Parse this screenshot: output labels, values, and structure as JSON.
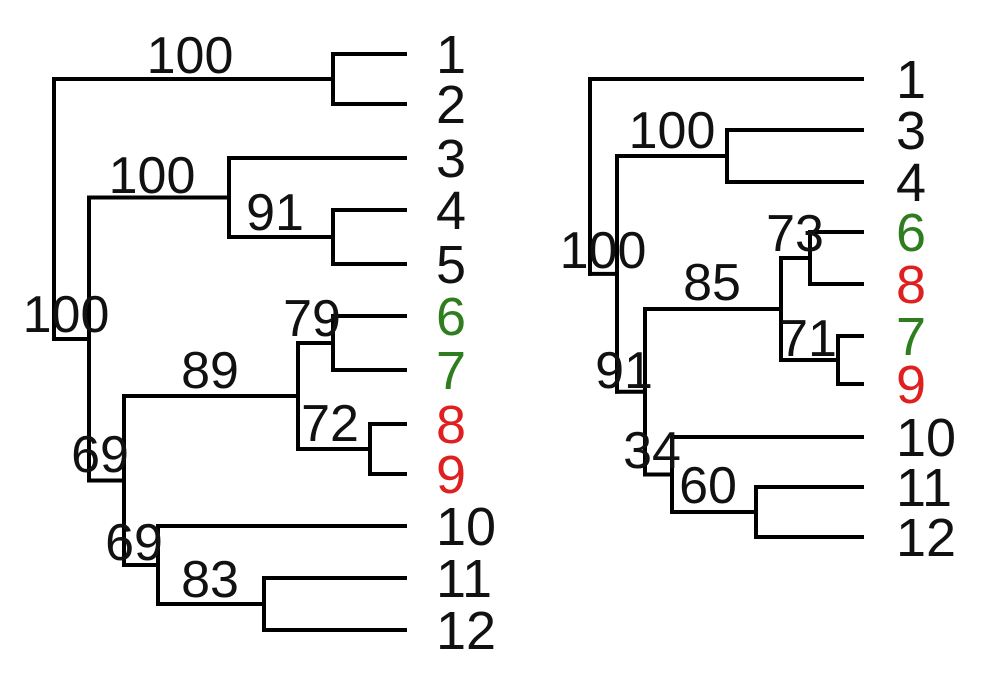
{
  "colors": {
    "line": "#000000",
    "label_default": "#111111",
    "label_green": "#2e7d1e",
    "label_red": "#e02020"
  },
  "trees": [
    {
      "leaves": [
        {
          "label": "1",
          "color": "default"
        },
        {
          "label": "2",
          "color": "default"
        },
        {
          "label": "3",
          "color": "default"
        },
        {
          "label": "4",
          "color": "default"
        },
        {
          "label": "5",
          "color": "default"
        },
        {
          "label": "6",
          "color": "green"
        },
        {
          "label": "7",
          "color": "green"
        },
        {
          "label": "8",
          "color": "red"
        },
        {
          "label": "9",
          "color": "red"
        },
        {
          "label": "10",
          "color": "default"
        },
        {
          "label": "11",
          "color": "default"
        },
        {
          "label": "12",
          "color": "default"
        }
      ],
      "nodes": {
        "id": "root",
        "support": "100",
        "children": [
          {
            "id": "n12",
            "support": "100",
            "children": [
              0,
              1
            ]
          },
          {
            "id": "n3to12",
            "support": "100",
            "children": [
              {
                "id": "n3to5",
                "support": "100",
                "children": [
                  2,
                  {
                    "id": "n45",
                    "support": "91",
                    "children": [
                      3,
                      4
                    ]
                  }
                ]
              },
              {
                "id": "n6to12",
                "support": "69",
                "children": [
                  {
                    "id": "n6to9",
                    "support": "89",
                    "children": [
                      {
                        "id": "n67",
                        "support": "79",
                        "children": [
                          5,
                          6
                        ]
                      },
                      {
                        "id": "n89",
                        "support": "72",
                        "children": [
                          7,
                          8
                        ]
                      }
                    ]
                  },
                  {
                    "id": "n10to12",
                    "support": "69",
                    "children": [
                      9,
                      {
                        "id": "n1112",
                        "support": "83",
                        "children": [
                          10,
                          11
                        ]
                      }
                    ]
                  }
                ]
              }
            ]
          }
        ]
      }
    },
    {
      "leaves": [
        {
          "label": "1",
          "color": "default"
        },
        {
          "label": "3",
          "color": "default"
        },
        {
          "label": "4",
          "color": "default"
        },
        {
          "label": "6",
          "color": "green"
        },
        {
          "label": "8",
          "color": "red"
        },
        {
          "label": "7",
          "color": "green"
        },
        {
          "label": "9",
          "color": "red"
        },
        {
          "label": "10",
          "color": "default"
        },
        {
          "label": "11",
          "color": "default"
        },
        {
          "label": "12",
          "color": "default"
        }
      ],
      "nodes": {
        "id": "root",
        "support": "",
        "children": [
          0,
          {
            "id": "n3to12",
            "support": "100",
            "children": [
              {
                "id": "n34",
                "support": "100",
                "children": [
                  1,
                  2
                ]
              },
              {
                "id": "n6to12",
                "support": "91",
                "children": [
                  {
                    "id": "n6to9",
                    "support": "85",
                    "children": [
                      {
                        "id": "n68",
                        "support": "73",
                        "children": [
                          3,
                          4
                        ]
                      },
                      {
                        "id": "n79",
                        "support": "71",
                        "children": [
                          5,
                          6
                        ]
                      }
                    ]
                  },
                  {
                    "id": "n10to12",
                    "support": "34",
                    "children": [
                      7,
                      {
                        "id": "n1112",
                        "support": "60",
                        "children": [
                          8,
                          9
                        ]
                      }
                    ]
                  }
                ]
              }
            ]
          }
        ]
      }
    }
  ]
}
